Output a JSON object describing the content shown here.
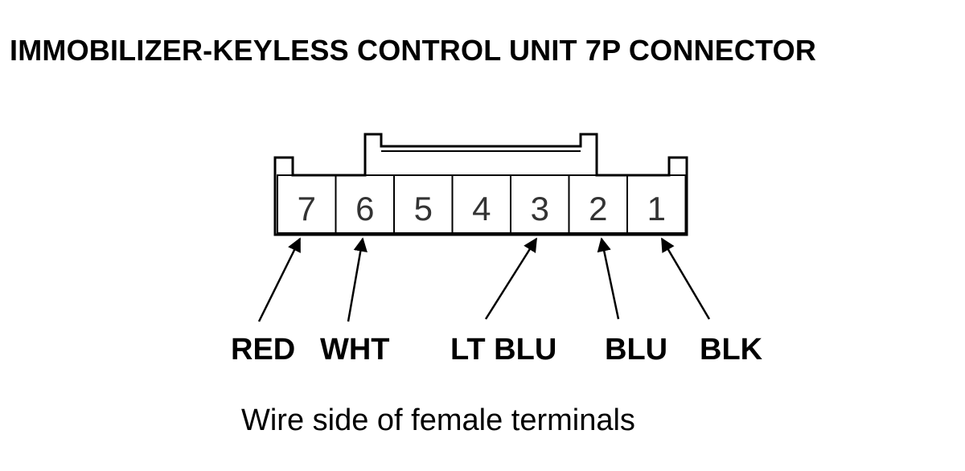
{
  "title": "IMMOBILIZER-KEYLESS CONTROL UNIT 7P CONNECTOR",
  "connector": {
    "pins": [
      "7",
      "6",
      "5",
      "4",
      "3",
      "2",
      "1"
    ]
  },
  "wires": [
    {
      "pin": "7",
      "label": "RED"
    },
    {
      "pin": "6",
      "label": "WHT"
    },
    {
      "pin": "3",
      "label": "LT BLU"
    },
    {
      "pin": "2",
      "label": "BLU"
    },
    {
      "pin": "1",
      "label": "BLK"
    }
  ],
  "caption": "Wire side of female terminals",
  "colors": {
    "line": "#000000",
    "pin_text": "#333333"
  }
}
